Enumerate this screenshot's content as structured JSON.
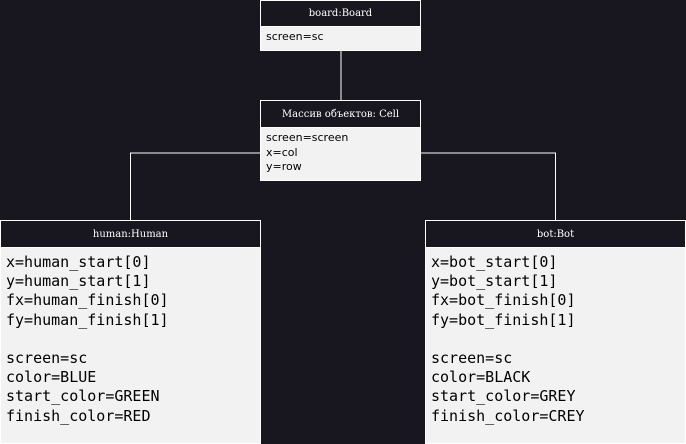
{
  "diagram": {
    "board": {
      "title": "board:Board",
      "lines": [
        "screen=sc"
      ]
    },
    "cell": {
      "title": "Массив объектов: Cell",
      "lines": [
        "screen=screen",
        "x=col",
        "y=row"
      ]
    },
    "human": {
      "title": "human:Human",
      "lines": [
        "x=human_start[0]",
        "y=human_start[1]",
        "fx=human_finish[0]",
        "fy=human_finish[1]",
        "",
        "screen=sc",
        "color=BLUE",
        "start_color=GREEN",
        "finish_color=RED"
      ]
    },
    "bot": {
      "title": "bot:Bot",
      "lines": [
        "x=bot_start[0]",
        "y=bot_start[1]",
        "fx=bot_finish[0]",
        "fy=bot_finish[1]",
        "",
        "screen=sc",
        "color=BLACK",
        "start_color=GREY",
        "finish_color=CREY"
      ]
    }
  },
  "colors": {
    "background": "#18161e",
    "box_fill": "#f2f2f2",
    "line": "#ffffff"
  }
}
